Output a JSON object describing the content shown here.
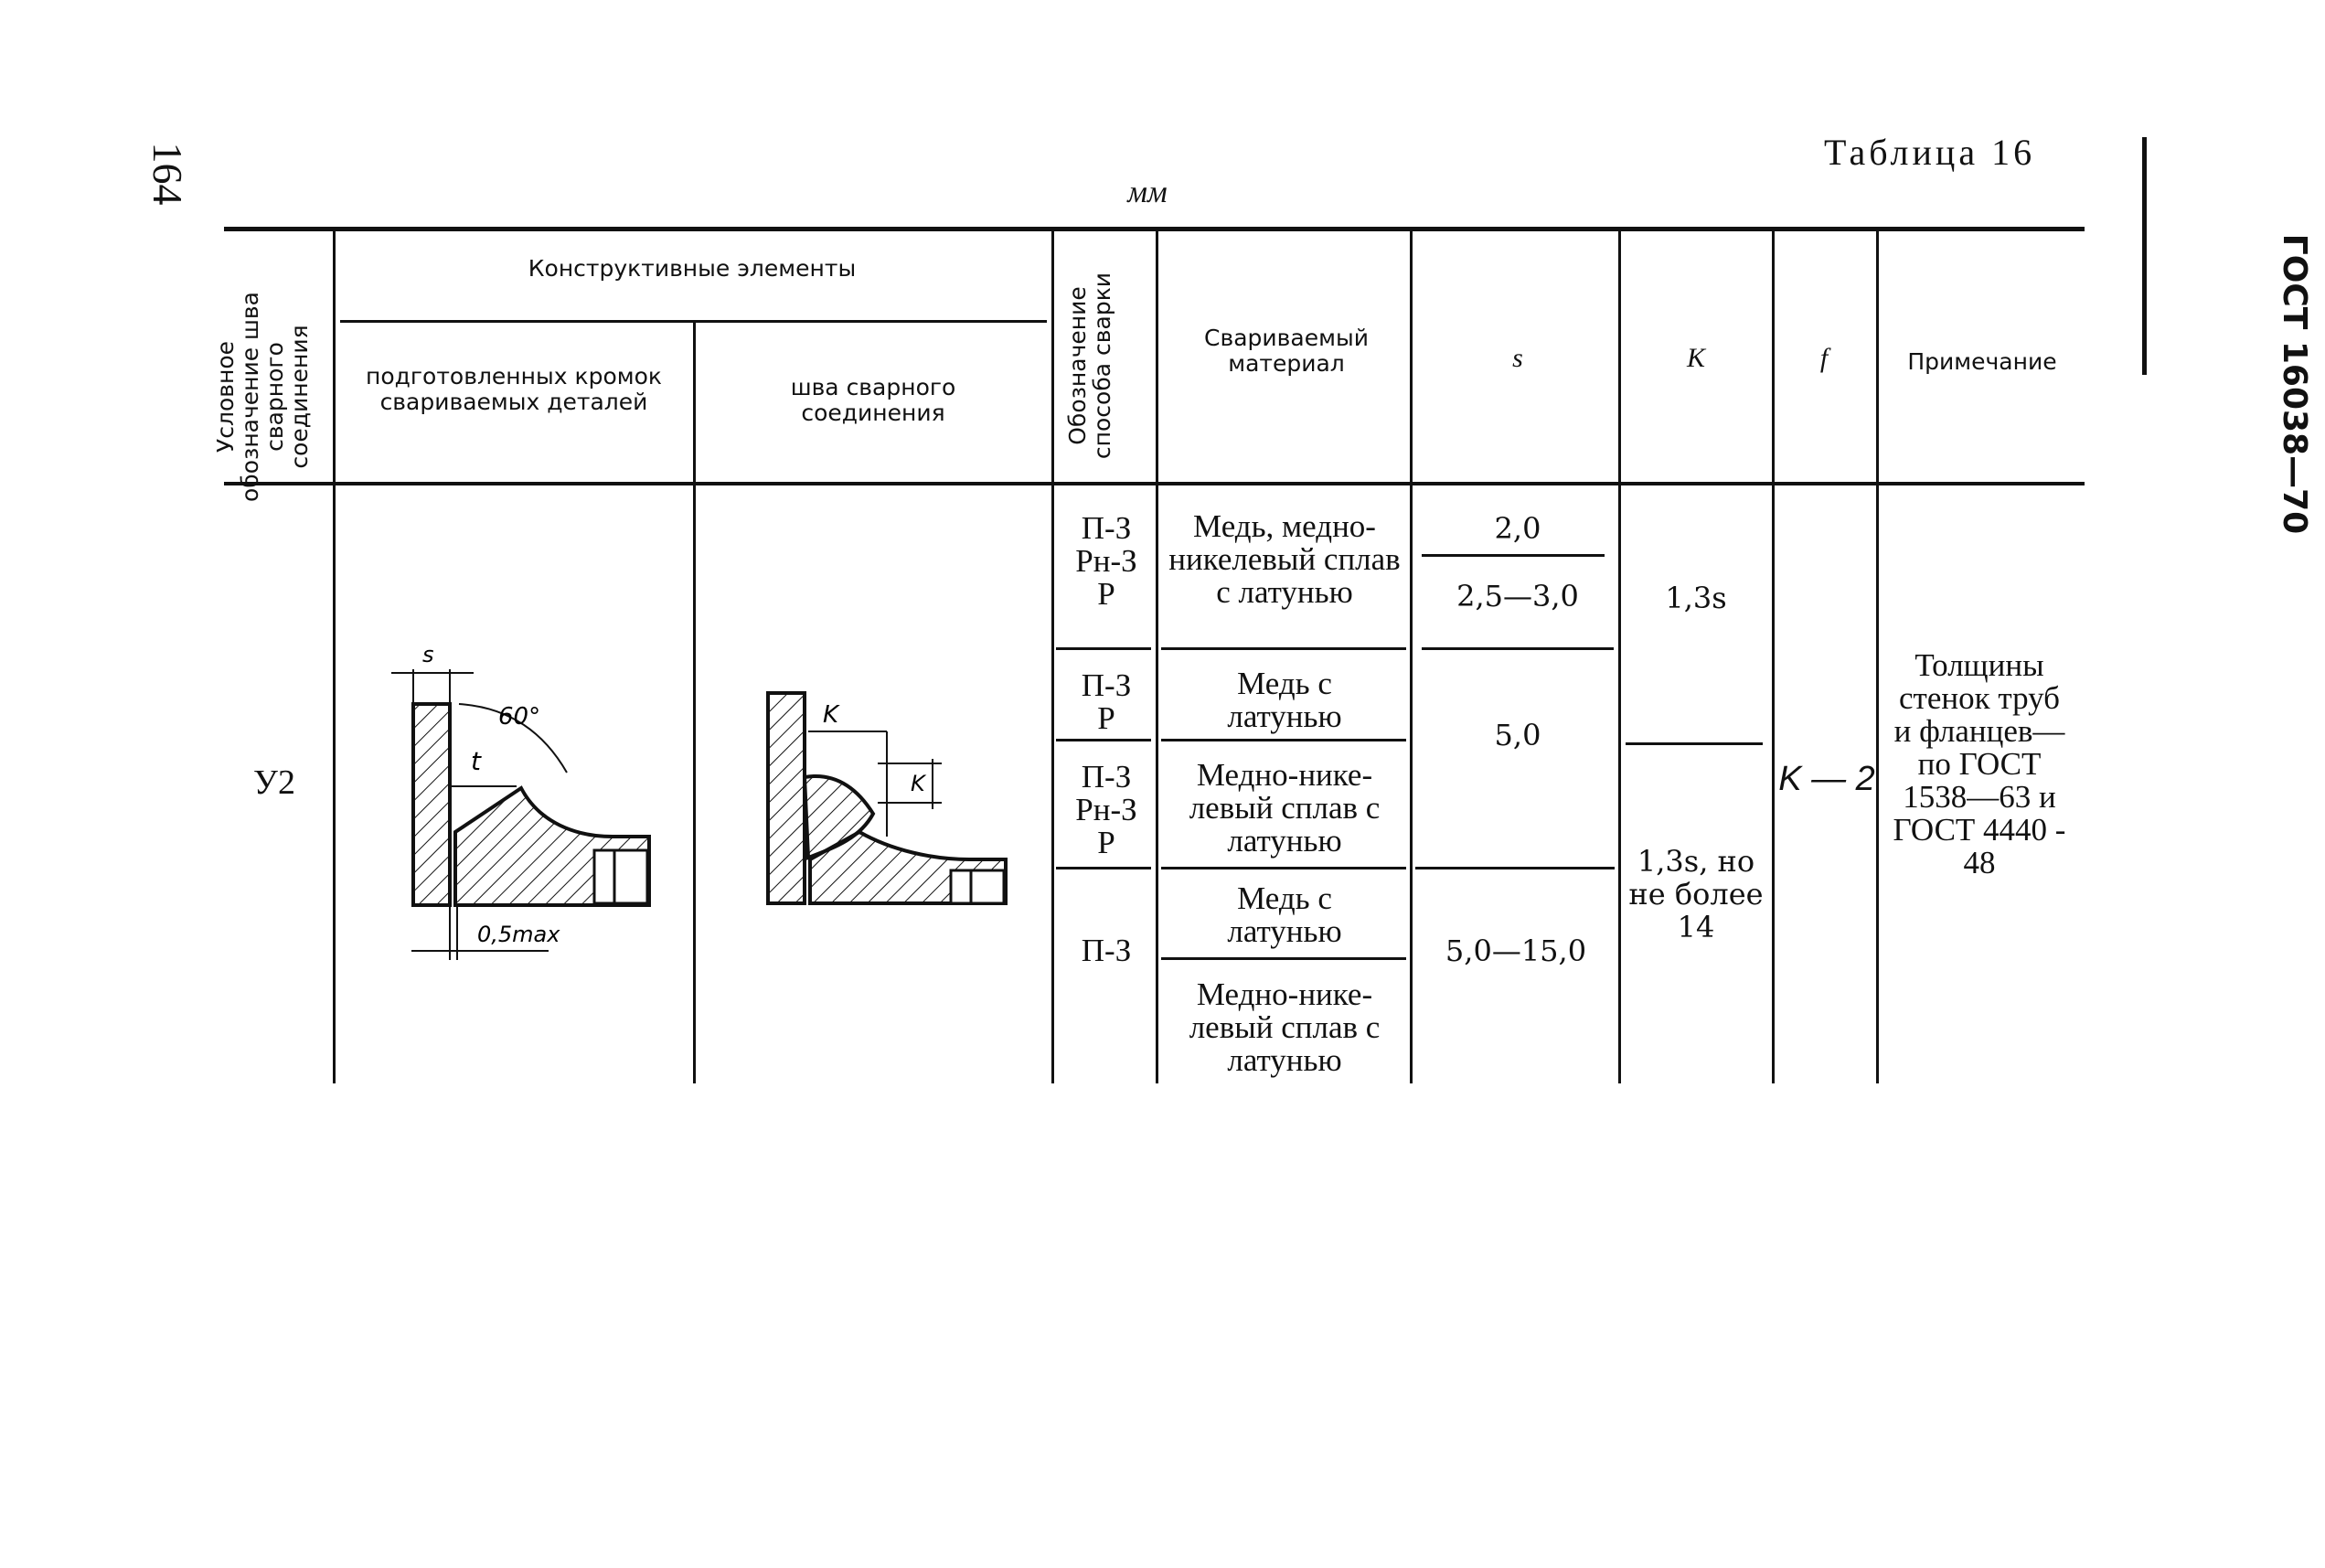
{
  "page_number": "164",
  "running_header": "ГОСТ 16038—70",
  "table_title": "Таблица 16",
  "units": "мм",
  "headers": {
    "designation": "Условное обозначение шва сварного соединения",
    "constructive": "Конструктивные элементы",
    "prepared_edges": "подготовленных кромок свариваемых деталей",
    "weld": "шва сварного соединения",
    "method": "Обозначение способа сварки",
    "material": "Свариваемый материал",
    "s": "s",
    "k": "K",
    "f": "f",
    "note": "Примечание"
  },
  "row": {
    "designation": "У2",
    "f_value": "K — 2",
    "note": "Толщины стенок труб и фланцев— по ГОСТ 1538—63 и ГОСТ 4440 - 48",
    "groups": [
      {
        "method": [
          "П-З",
          "Рн-З",
          "Р"
        ],
        "material": "Медь, медно-никелевый сплав с латунью"
      },
      {
        "method": [
          "П-З",
          "Р"
        ],
        "material": "Медь с латунью"
      },
      {
        "method": [
          "П-З",
          "Рн-З",
          "Р"
        ],
        "material": "Медно-нике-левый сплав с латунью"
      },
      {
        "method": [
          "П-З"
        ],
        "material": "Медь с латунью"
      },
      {
        "method": [],
        "material": "Медно-нике-левый сплав с латунью"
      }
    ],
    "s_values": [
      "2,0",
      "2,5—3,0",
      "5,0",
      "5,0—15,0"
    ],
    "k_values": [
      "1,3s",
      "1,3s, но не более 14"
    ]
  },
  "drawing_labels": {
    "s": "s",
    "angle": "60°",
    "t": "t",
    "gap": "0,5max",
    "k1": "K",
    "k2": "K"
  }
}
